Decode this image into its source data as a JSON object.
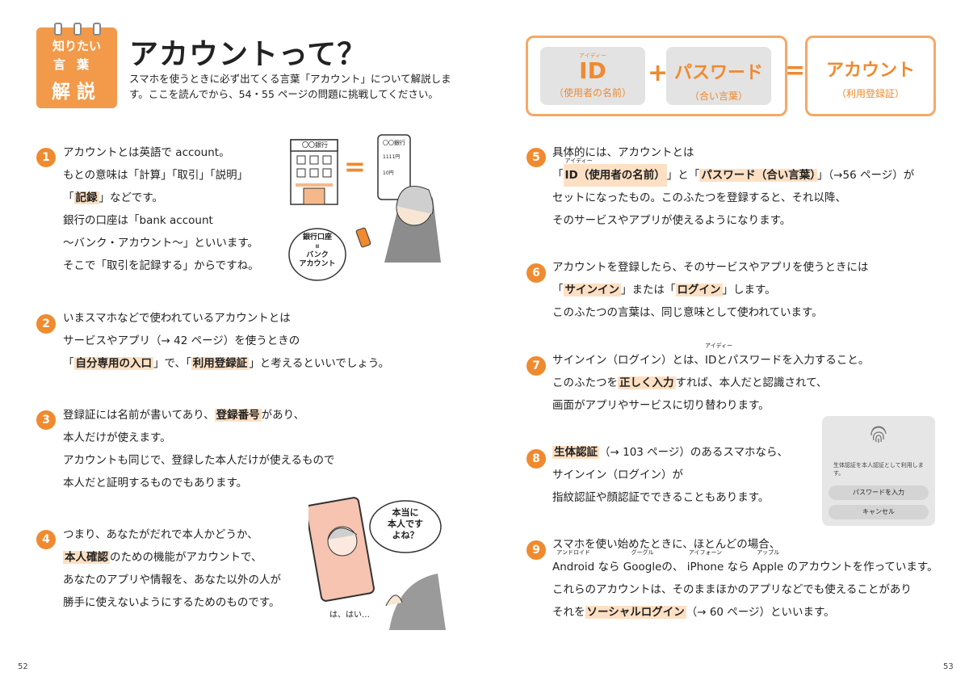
{
  "left": {
    "badge": {
      "line1": "知りたい",
      "line2": "言葉",
      "line3": "解説"
    },
    "title": "アカウントって？",
    "intro": "スマホを使うときに必ず出てくる言葉「アカウント」について解説します。ここを読んでから、54・55 ページの問題に挑戦してください。",
    "sections": {
      "s1": {
        "num": "1",
        "l1": "アカウントとは英語で account。",
        "l2": "もとの意味は「計算」「取引」「説明」",
        "l3a": "「",
        "l3h": "記録",
        "l3b": "」などです。",
        "l4": "銀行の口座は「bank account",
        "l5": "～バンク・アカウント～」といいます。",
        "l6": "そこで「取引を記録する」からですね。"
      },
      "s2": {
        "num": "2",
        "l1": "いまスマホなどで使われているアカウントとは",
        "l2": "サービスやアプリ（→ 42 ページ）を使うときの",
        "l3a": "「",
        "l3h1": "自分専用の入口",
        "l3b": "」で、「",
        "l3h2": "利用登録証",
        "l3c": "」と考えるといいでしょう。"
      },
      "s3": {
        "num": "3",
        "l1a": "登録証には名前が書いてあり、",
        "l1h": "登録番号",
        "l1b": "があり、",
        "l2": "本人だけが使えます。",
        "l3": "アカウントも同じで、登録した本人だけが使えるもので",
        "l4": "本人だと証明するものでもあります。"
      },
      "s4": {
        "num": "4",
        "l1": "つまり、あなたがだれで本人かどうか、",
        "l2h": "本人確認",
        "l2b": "のための機能がアカウントで、",
        "l3": "あなたのアプリや情報を、あなた以外の人が",
        "l4": "勝手に使えないようにするためのものです。"
      }
    },
    "illust1": {
      "bank_sign": "〇〇銀行",
      "phone_header": "〇〇銀行",
      "phone_row1": "1111円",
      "phone_row2": "10円",
      "bubble_l1": "銀行口座",
      "bubble_l2": "II",
      "bubble_l3": "バンク",
      "bubble_l4": "アカウント",
      "equals": "="
    },
    "illust2": {
      "bubble_l1": "本当に",
      "bubble_l2": "本人です",
      "bubble_l3": "よね？",
      "caption": "は、はい…"
    },
    "page_number": "52"
  },
  "right": {
    "formula": {
      "id_ruby": "アイディー",
      "id_label": "ID",
      "id_sub": "（使用者の名前）",
      "plus": "+",
      "pw_label": "パスワード",
      "pw_sub": "（合い言葉）",
      "equals": "=",
      "acct_label": "アカウント",
      "acct_sub": "（利用登録証）"
    },
    "sections": {
      "s5": {
        "num": "5",
        "l1": "具体的には、アカウントとは",
        "l2a": "「",
        "l2ruby": "アイディー",
        "l2h1": "ID（使用者の名前）",
        "l2b": "」と「",
        "l2h2": "パスワード（合い言葉）",
        "l2c": "」（→56 ページ）が",
        "l3": "セットになったもの。このふたつを登録すると、それ以降、",
        "l4": "そのサービスやアプリが使えるようになります。"
      },
      "s6": {
        "num": "6",
        "l1": "アカウントを登録したら、そのサービスやアプリを使うときには",
        "l2a": "「",
        "l2h1": "サインイン",
        "l2b": "」または「",
        "l2h2": "ログイン",
        "l2c": "」します。",
        "l3": "このふたつの言葉は、同じ意味として使われています。"
      },
      "s7": {
        "num": "7",
        "l1a": "サインイン（ログイン）とは、",
        "l1ruby": "アイディー",
        "l1id": "ID",
        "l1b": "とパスワードを入力すること。",
        "l2a": "このふたつを",
        "l2h": "正しく入力",
        "l2b": "すれば、本人だと認識されて、",
        "l3": "画面がアプリやサービスに切り替わります。"
      },
      "s8": {
        "num": "8",
        "l1h": "生体認証",
        "l1b": "（→ 103 ページ）のあるスマホなら、",
        "l2": "サインイン（ログイン）が",
        "l3": "指紋認証や顔認証でできることもあります。"
      },
      "s9": {
        "num": "9",
        "l1": "スマホを使い始めたときに、ほとんどの場合、",
        "android_ruby": "アンドロイド",
        "android": "Android",
        "t_nara1": "なら",
        "google_ruby": "グーグル",
        "google": "Google",
        "t_no1": "の、",
        "iphone_ruby": "アイフォーン",
        "iphone": "iPhone",
        "t_nara2": "なら",
        "apple_ruby": "アップル",
        "apple": "Apple",
        "t_end": "のアカウントを作っています。",
        "l3": "これらのアカウントは、そのままほかのアプリなどでも使えることがあり",
        "l4a": "それを",
        "l4h": "ソーシャルログイン",
        "l4b": "（→ 60 ページ）といいます。"
      }
    },
    "dialog": {
      "message": "生体認証を本人認証として利用します。",
      "button1": "パスワードを入力",
      "button2": "キャンセル"
    },
    "page_number": "53"
  }
}
